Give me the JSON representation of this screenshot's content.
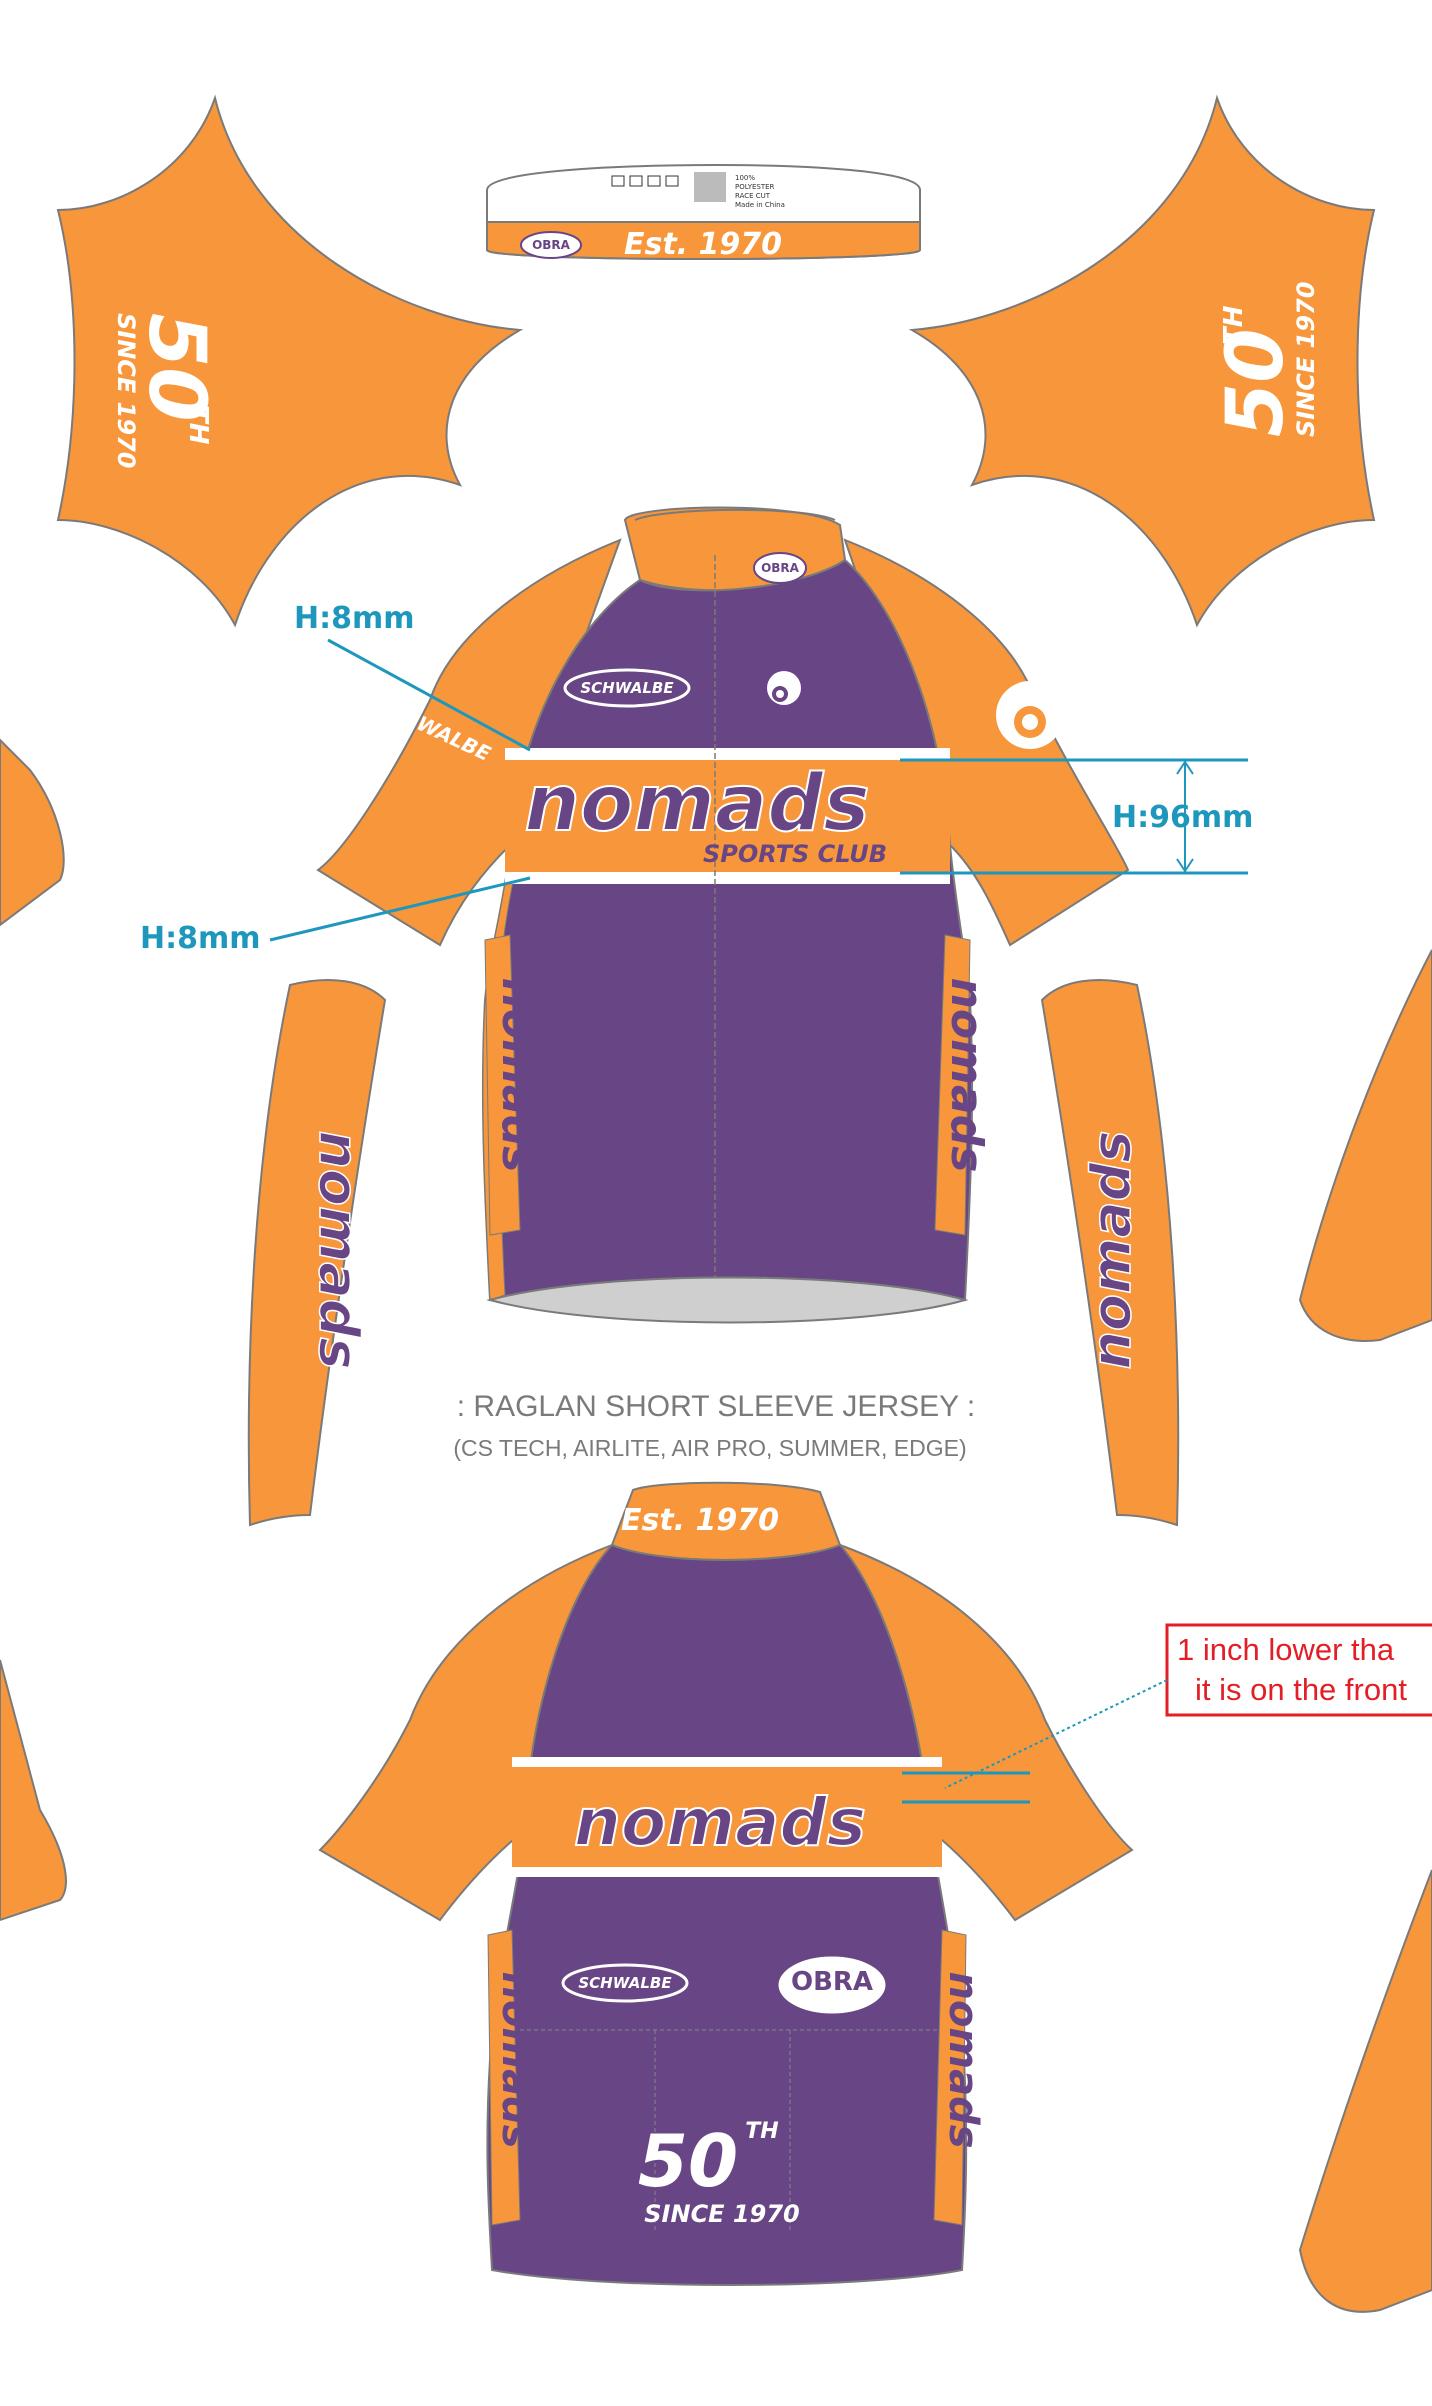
{
  "colors": {
    "orange": "#F7963A",
    "purple": "#684584",
    "white": "#FFFFFF",
    "outline": "#7A7A7A",
    "dimension": "#1E97BC",
    "callout_red": "#E41E26",
    "hem_gray": "#CFCFCF",
    "caption_gray": "#7A7A7A"
  },
  "collar_panel": {
    "logo": "OBRA",
    "text": "Est. 1970",
    "care_label": [
      "100%",
      "POLYESTER",
      "RACE CUT",
      "Made in China"
    ]
  },
  "sleeve_panels": {
    "anniversary": "50",
    "anniversary_suffix": "TH",
    "since": "SINCE 1970"
  },
  "front_jersey": {
    "collar_logo": "OBRA",
    "sponsor": "SCHWALBE",
    "sleeve_sponsor": "SCHWALBE",
    "brand_icon": "cyclist-head-icon",
    "club_name": "nomads",
    "club_subtitle": "SPORTS CLUB",
    "side_panel_text": "nomads"
  },
  "lower_sleeves": {
    "text": "nomads"
  },
  "dimensions": {
    "top_stripe": "H:8mm",
    "bottom_stripe": "H:8mm",
    "band_height": "H:96mm"
  },
  "caption": {
    "title": ": RAGLAN SHORT SLEEVE JERSEY :",
    "subtitle": "(CS TECH, AIRLITE, AIR PRO, SUMMER, EDGE)"
  },
  "back_jersey": {
    "collar_text": "Est. 1970",
    "club_name": "nomads",
    "sponsor": "SCHWALBE",
    "logo": "OBRA",
    "anniversary": "50",
    "anniversary_suffix": "TH",
    "since": "SINCE 1970",
    "side_panel_text": "nomads"
  },
  "callout": {
    "line1": "1 inch lower tha",
    "line2": "it is on the front"
  }
}
